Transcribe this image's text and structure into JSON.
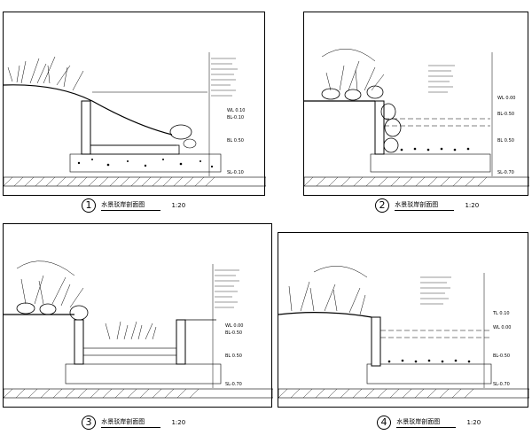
{
  "panels": [
    {
      "number": "1",
      "title": "水景驳岸剖面图",
      "scale": "1:20",
      "notes": [
        "WL 0.10",
        "BL-0.10",
        "BL 0.50",
        "SL-0.10"
      ]
    },
    {
      "number": "2",
      "title": "水景驳岸剖面图",
      "scale": "1:20",
      "notes": [
        "WL 0.00",
        "BL-0.50",
        "BL 0.50",
        "SL-0.70"
      ]
    },
    {
      "number": "3",
      "title": "水景驳岸剖面图",
      "scale": "1:20",
      "notes": [
        "WL 0.00",
        "BL-0.50",
        "BL 0.50",
        "SL-0.70"
      ]
    },
    {
      "number": "4",
      "title": "水景驳岸剖面图",
      "scale": "1:20",
      "notes": [
        "TL 0.10",
        "WL 0.00",
        "BL-0.50",
        "SL-0.70"
      ]
    }
  ]
}
